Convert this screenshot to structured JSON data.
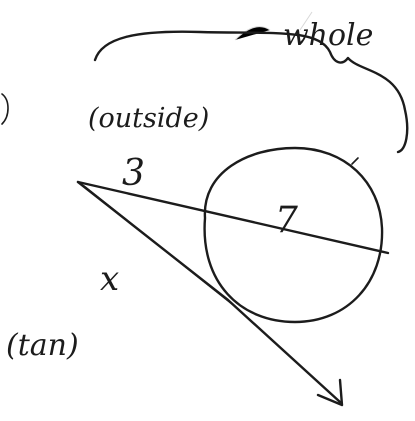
{
  "labels": {
    "whole": "whole",
    "outside": "(outside)",
    "outside_length": "3",
    "inside_length": "7",
    "tangent_length": "x",
    "tangent": "(tan)"
  },
  "colors": {
    "ink": "#1c1c1c",
    "paper": "#ffffff"
  }
}
